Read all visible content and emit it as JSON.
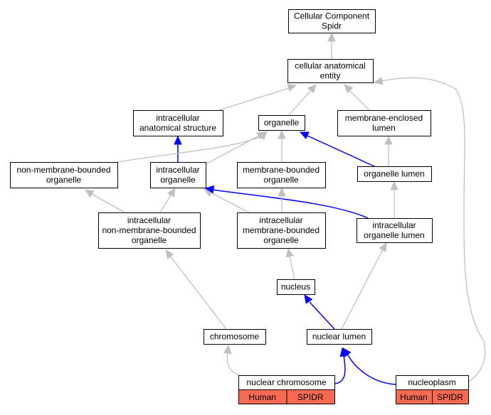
{
  "diagram": {
    "colors": {
      "is_a": "#c0c0c0",
      "part_of": "#0000ff",
      "tag_fill": "#fa6a52",
      "border": "#000000"
    },
    "nodes": [
      {
        "id": "root",
        "lines": [
          "Cellular Component",
          "Spidr"
        ]
      },
      {
        "id": "cae",
        "lines": [
          "cellular anatomical",
          "entity"
        ]
      },
      {
        "id": "ias",
        "lines": [
          "intracellular",
          "anatomical structure"
        ]
      },
      {
        "id": "org",
        "lines": [
          "organelle"
        ]
      },
      {
        "id": "mel",
        "lines": [
          "membrane-enclosed",
          "lumen"
        ]
      },
      {
        "id": "nmbo",
        "lines": [
          "non-membrane-bounded",
          "organelle"
        ]
      },
      {
        "id": "io",
        "lines": [
          "intracellular",
          "organelle"
        ]
      },
      {
        "id": "mbo",
        "lines": [
          "membrane-bounded",
          "organelle"
        ]
      },
      {
        "id": "ol",
        "lines": [
          "organelle lumen"
        ]
      },
      {
        "id": "inmbo",
        "lines": [
          "intracellular",
          "non-membrane-bounded",
          "organelle"
        ]
      },
      {
        "id": "imbo",
        "lines": [
          "intracellular",
          "membrane-bounded",
          "organelle"
        ]
      },
      {
        "id": "iol",
        "lines": [
          "intracellular",
          "organelle lumen"
        ]
      },
      {
        "id": "nuc",
        "lines": [
          "nucleus"
        ]
      },
      {
        "id": "chr",
        "lines": [
          "chromosome"
        ]
      },
      {
        "id": "nl",
        "lines": [
          "nuclear lumen"
        ]
      },
      {
        "id": "nchr",
        "lines": [
          "nuclear chromosome"
        ],
        "tags": [
          "Human",
          "SPIDR"
        ]
      },
      {
        "id": "nplasm",
        "lines": [
          "nucleoplasm"
        ],
        "tags": [
          "Human",
          "SPIDR"
        ]
      }
    ],
    "edges": [
      {
        "from": "cae",
        "to": "root",
        "type": "is_a"
      },
      {
        "from": "ias",
        "to": "cae",
        "type": "is_a"
      },
      {
        "from": "org",
        "to": "cae",
        "type": "is_a"
      },
      {
        "from": "mel",
        "to": "cae",
        "type": "is_a"
      },
      {
        "from": "nplasm",
        "to": "cae",
        "type": "is_a"
      },
      {
        "from": "io",
        "to": "ias",
        "type": "part_of"
      },
      {
        "from": "nmbo",
        "to": "org",
        "type": "is_a"
      },
      {
        "from": "io",
        "to": "org",
        "type": "is_a"
      },
      {
        "from": "mbo",
        "to": "org",
        "type": "is_a"
      },
      {
        "from": "ol",
        "to": "org",
        "type": "part_of"
      },
      {
        "from": "ol",
        "to": "mel",
        "type": "is_a"
      },
      {
        "from": "inmbo",
        "to": "nmbo",
        "type": "is_a"
      },
      {
        "from": "inmbo",
        "to": "io",
        "type": "is_a"
      },
      {
        "from": "imbo",
        "to": "io",
        "type": "is_a"
      },
      {
        "from": "iol",
        "to": "io",
        "type": "part_of"
      },
      {
        "from": "imbo",
        "to": "mbo",
        "type": "is_a"
      },
      {
        "from": "iol",
        "to": "ol",
        "type": "is_a"
      },
      {
        "from": "nuc",
        "to": "imbo",
        "type": "is_a"
      },
      {
        "from": "chr",
        "to": "inmbo",
        "type": "is_a"
      },
      {
        "from": "nl",
        "to": "iol",
        "type": "is_a"
      },
      {
        "from": "nl",
        "to": "nuc",
        "type": "part_of"
      },
      {
        "from": "nchr",
        "to": "chr",
        "type": "is_a"
      },
      {
        "from": "nchr",
        "to": "nl",
        "type": "part_of"
      },
      {
        "from": "nplasm",
        "to": "nl",
        "type": "part_of"
      }
    ]
  }
}
